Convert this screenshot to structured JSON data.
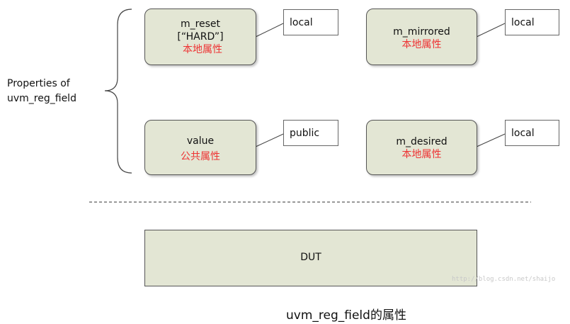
{
  "side_label_line1": "Properties of",
  "side_label_line2": "uvm_reg_field",
  "fields": [
    {
      "name": "m_reset",
      "extra": "[“HARD”]",
      "attr": "本地属性",
      "tag": "local"
    },
    {
      "name": "m_mirrored",
      "attr": "本地属性",
      "tag": "local"
    },
    {
      "name": "value",
      "attr": "公共属性",
      "tag": "public"
    },
    {
      "name": "m_desired",
      "attr": "本地属性",
      "tag": "local"
    }
  ],
  "dut_label": "DUT",
  "caption": "uvm_reg_field的属性",
  "watermark": "http://blog.csdn.net/shaijo",
  "colors": {
    "box_fill": "#e3e6d4",
    "attr_text": "#e33333"
  }
}
